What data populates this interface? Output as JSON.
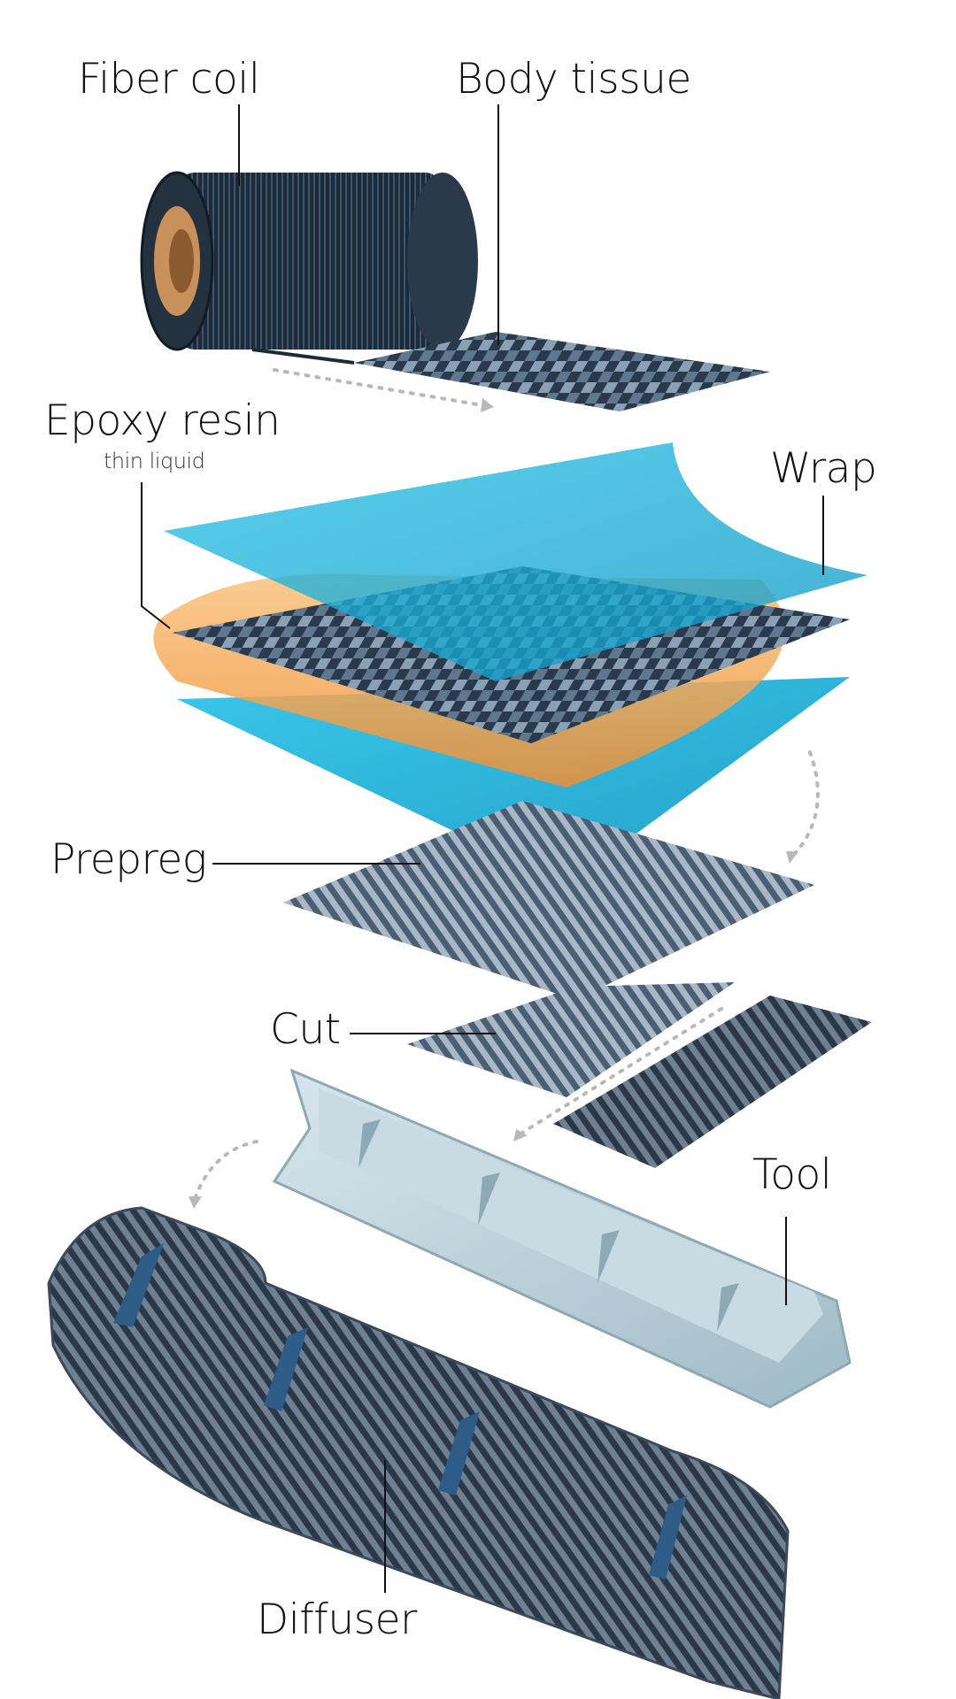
{
  "diagram": {
    "labels": {
      "fiber_coil": "Fiber coil",
      "body_tissue": "Body tissue",
      "epoxy_resin": "Epoxy resin",
      "epoxy_sub": "thin liquid",
      "wrap": "Wrap",
      "prepreg": "Prepreg",
      "cut": "Cut",
      "tool": "Tool",
      "diffuser": "Diffuser"
    },
    "colors": {
      "fiber_dark": "#1e2a38",
      "fiber_blue": "#3b5570",
      "core_tan": "#c8905a",
      "wrap_cyan": "#1fb3dc",
      "resin_orange": "#f4a04a",
      "tool_gray": "#b9cfd8",
      "label_line": "#111111",
      "arrow_dots": "#b8b8b8"
    }
  }
}
